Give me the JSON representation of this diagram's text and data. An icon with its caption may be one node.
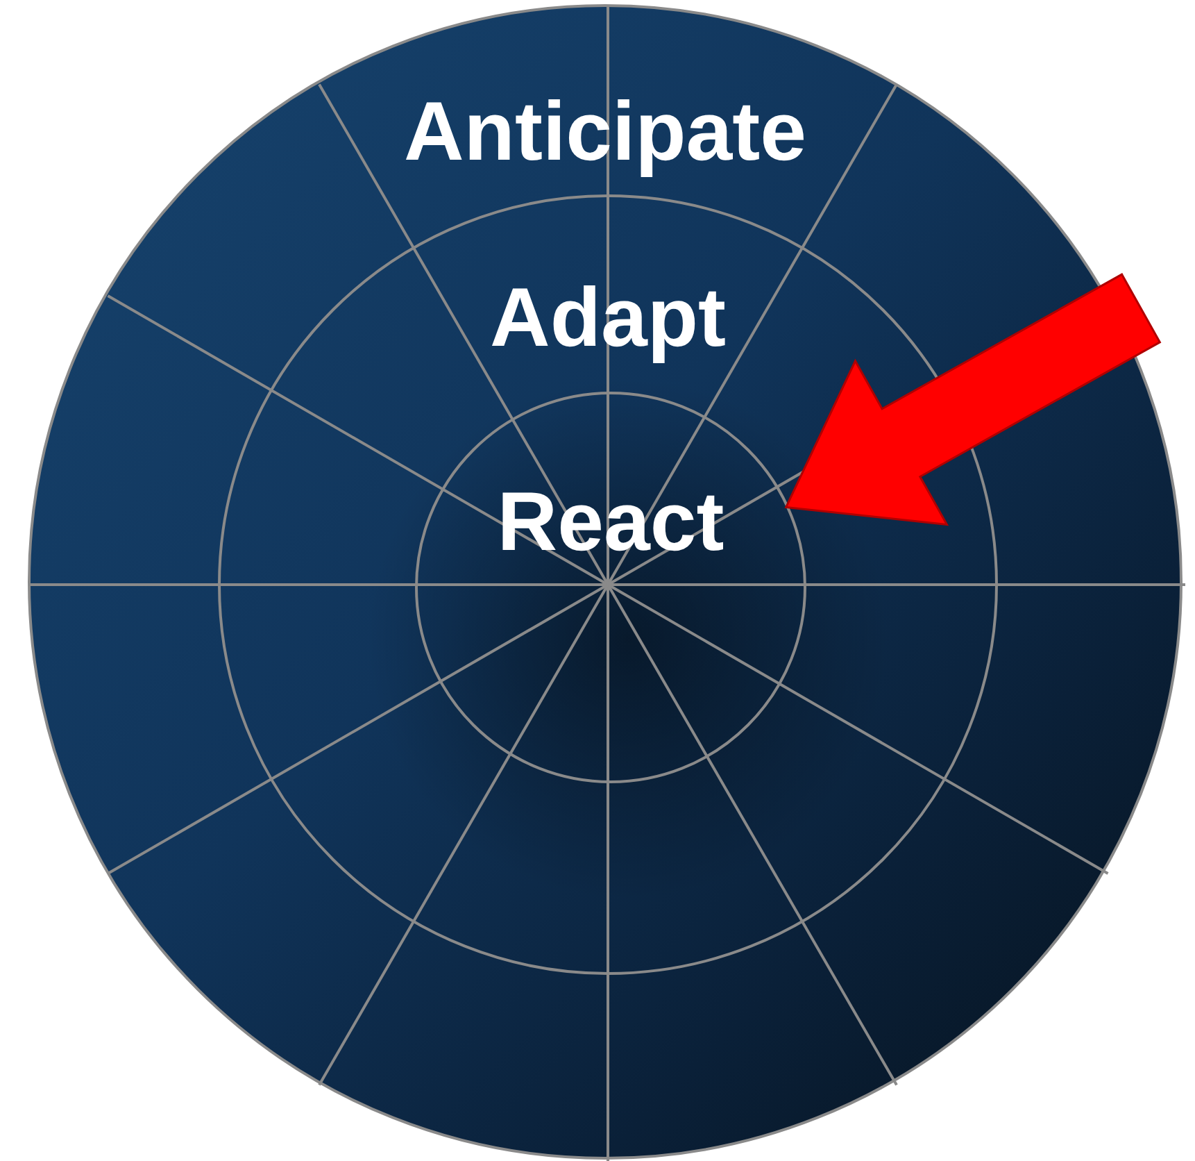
{
  "diagram": {
    "nodes": [
      {
        "text": [
          "Anticipate"
        ]
      },
      {
        "text": [
          "Adapt"
        ],
        "in": 0
      },
      {
        "text": [
          "React"
        ],
        "in": 1
      }
    ],
    "edges": [
      {
        "from": null,
        "to": 2,
        "arrow": "to",
        "style": "thick",
        "color": "#ff0000"
      }
    ]
  }
}
